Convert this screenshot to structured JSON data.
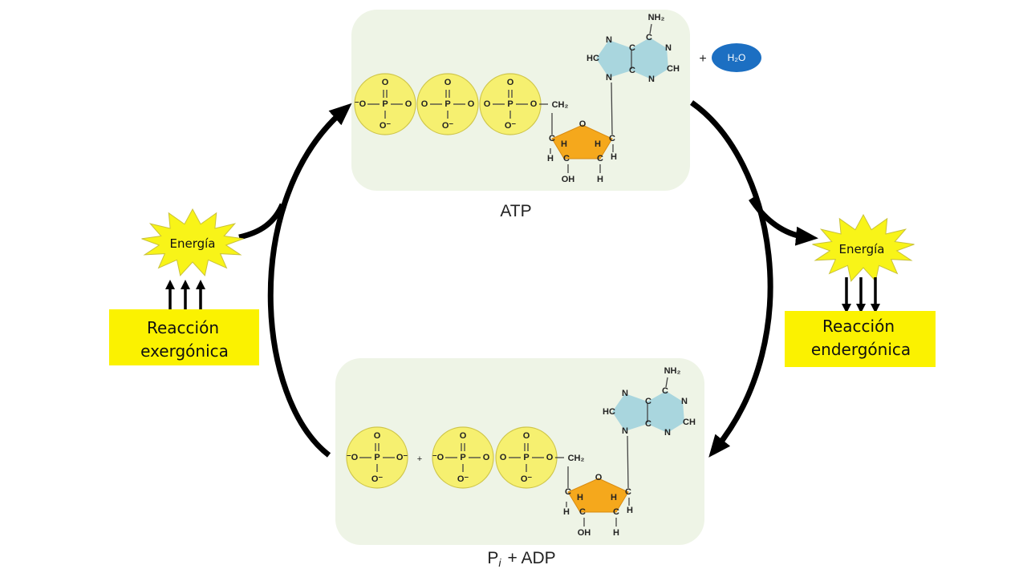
{
  "molecule": {
    "phosphate": {
      "o": "O",
      "p": "P",
      "o_minus": "O⁻",
      "minus_o": "⁻O"
    },
    "ch2": "CH₂",
    "ribose": {
      "o": "O",
      "c": "C",
      "h": "H",
      "oh": "OH"
    },
    "adenine": {
      "nh2": "NH₂",
      "n": "N",
      "c": "C",
      "hc": "HC",
      "ch": "CH"
    }
  },
  "atp": {
    "label": "ATP",
    "plus": "+",
    "water": "H₂O"
  },
  "adp": {
    "label_p": "P",
    "label_i": "i",
    "label_rest": "+ ADP",
    "plus": "+"
  },
  "left": {
    "energy": "Energía",
    "reaction_line1": "Reacción",
    "reaction_line2": "exergónica"
  },
  "right": {
    "energy": "Energía",
    "reaction_line1": "Reacción",
    "reaction_line2": "endergónica"
  },
  "colors": {
    "phosphate": "#f6f070",
    "ribose": "#f5a81c",
    "adenine": "#a9d6de",
    "panel": "#eef4e6",
    "water": "#1c6fc2",
    "reaction_box": "#fbf200"
  }
}
